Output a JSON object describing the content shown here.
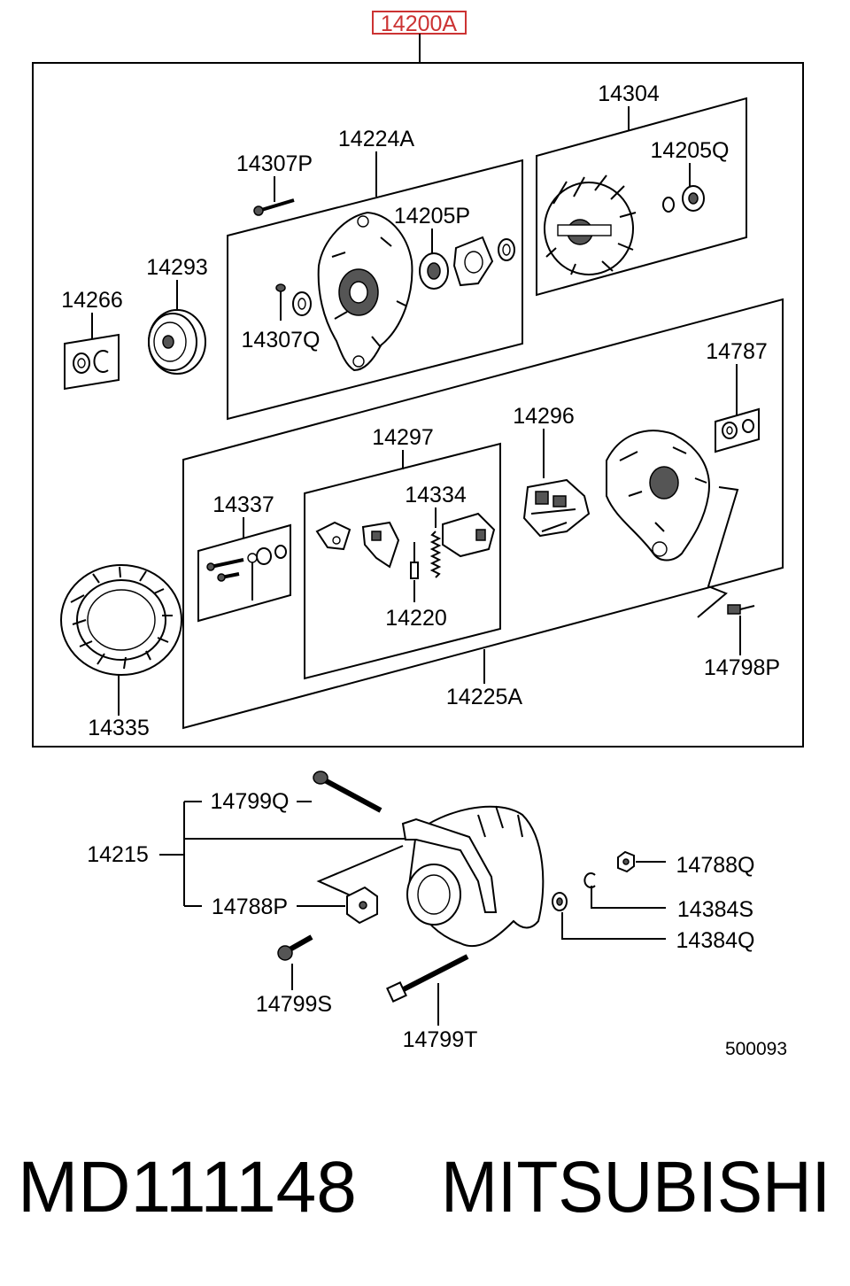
{
  "top_assembly": "14200A",
  "labels": {
    "l14304": "14304",
    "l14224A": "14224A",
    "l14205Q": "14205Q",
    "l14307P": "14307P",
    "l14205P": "14205P",
    "l14293": "14293",
    "l14266": "14266",
    "l14307Q": "14307Q",
    "l14787": "14787",
    "l14296": "14296",
    "l14297": "14297",
    "l14337": "14337",
    "l14334": "14334",
    "l14220": "14220",
    "l14798P": "14798P",
    "l14225A": "14225A",
    "l14335": "14335",
    "l14799Q": "14799Q",
    "l14215": "14215",
    "l14788Q": "14788Q",
    "l14788P": "14788P",
    "l14384S": "14384S",
    "l14384Q": "14384Q",
    "l14799S": "14799S",
    "l14799T": "14799T"
  },
  "diagram_code": "500093",
  "caption": {
    "part_number": "MD111148",
    "brand": "MITSUBISHI"
  }
}
